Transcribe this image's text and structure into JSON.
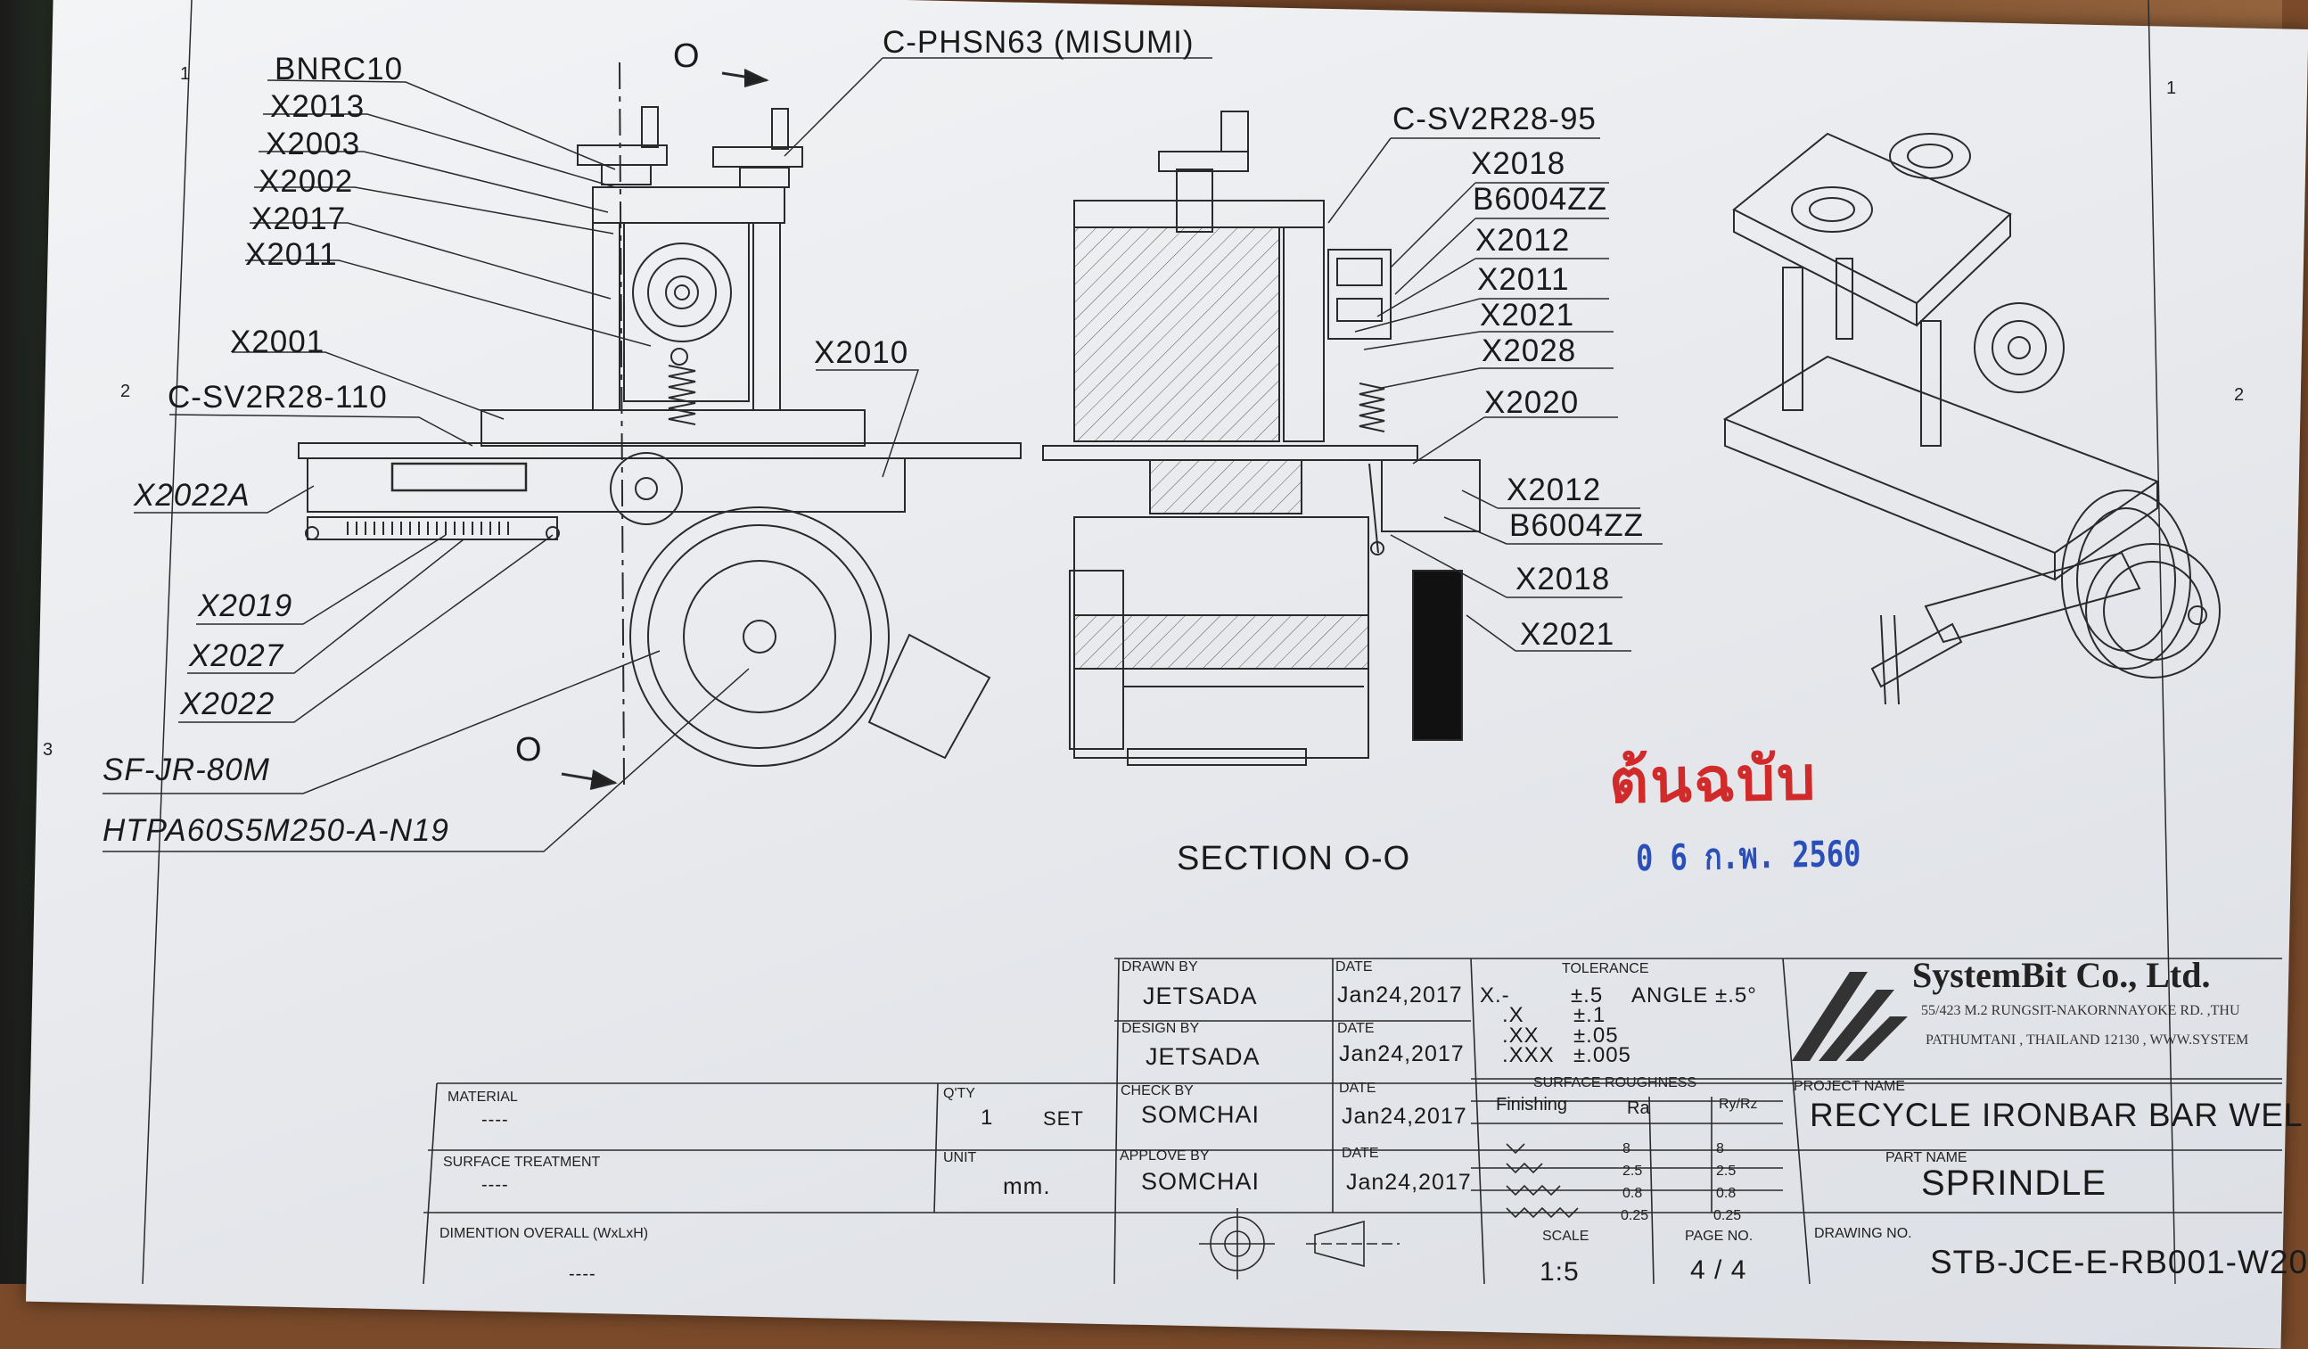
{
  "drawing": {
    "front_view_labels": [
      "BNRC10",
      "X2013",
      "X2003",
      "X2002",
      "X2017",
      "X2011",
      "X2001",
      "C-SV2R28-110",
      "X2022A",
      "X2019",
      "X2027",
      "X2022",
      "SF-JR-80M",
      "HTPA60S5M250-A-N19",
      "X2010",
      "C-PHSN63 (MISUMI)"
    ],
    "section_marker_top": "O",
    "section_marker_bottom": "O",
    "section_view_labels": [
      "C-SV2R28-95",
      "X2018",
      "B6004ZZ",
      "X2012",
      "X2011",
      "X2021",
      "X2028",
      "X2020",
      "X2012",
      "B6004ZZ",
      "X2018",
      "X2021"
    ],
    "section_title": "SECTION O-O",
    "zone_numbers_left": [
      "1",
      "2",
      "3"
    ],
    "zone_numbers_right": [
      "1",
      "2"
    ]
  },
  "stamps": {
    "red_stamp": "ต้นฉบับ",
    "date_stamp": "0 6 ก.พ. 2560"
  },
  "title_block": {
    "material_label": "MATERIAL",
    "material_value": "----",
    "qty_label": "Q'TY",
    "qty_value": "1",
    "qty_unit": "SET",
    "surface_treatment_label": "SURFACE TREATMENT",
    "surface_treatment_value": "----",
    "unit_label": "UNIT",
    "unit_value": "mm.",
    "dimension_label": "DIMENTION OVERALL (WxLxH)",
    "dimension_value": "----",
    "drawn_by_label": "DRAWN BY",
    "drawn_by": "JETSADA",
    "design_by_label": "DESIGN BY",
    "design_by": "JETSADA",
    "check_by_label": "CHECK BY",
    "check_by": "SOMCHAI",
    "approve_by_label": "APPLOVE BY",
    "approve_by": "SOMCHAI",
    "date_label": "DATE",
    "date_drawn": "Jan24,2017",
    "date_design": "Jan24,2017",
    "date_check": "Jan24,2017",
    "date_approve": "Jan24,2017",
    "tolerance_label": "TOLERANCE",
    "tol_x": "X.-",
    "tol_x_val": "±.5",
    "tol_angle": "ANGLE ±.5°",
    "tol_1": ".X",
    "tol_1_val": "±.1",
    "tol_2": ".XX",
    "tol_2_val": "±.05",
    "tol_3": ".XXX",
    "tol_3_val": "±.005",
    "surface_roughness_label": "SURFACE ROUGHNESS",
    "finishing_label": "Finishing",
    "ra_label": "Ra",
    "ryrz_label": "Ry/Rz",
    "roughness_rows": [
      {
        "ra": "8",
        "ryrz": "8"
      },
      {
        "ra": "2.5",
        "ryrz": "2.5"
      },
      {
        "ra": "0.8",
        "ryrz": "0.8"
      },
      {
        "ra": "0.25",
        "ryrz": "0.25"
      }
    ],
    "scale_label": "SCALE",
    "scale_value": "1:5",
    "page_label": "PAGE NO.",
    "page_value": "4 / 4",
    "company_name": "SystemBit Co., Ltd.",
    "company_addr1": "55/423 M.2 RUNGSIT-NAKORNNAYOKE RD. ,THU",
    "company_addr2": "PATHUMTANI , THAILAND 12130 , WWW.SYSTEM",
    "project_name_label": "PROJECT NAME",
    "project_name": "RECYCLE IRONBAR  BAR WEL",
    "part_name_label": "PART NAME",
    "part_name": "SPRINDLE",
    "drawing_no_label": "DRAWING NO.",
    "drawing_no": "STB-JCE-E-RB001-W20"
  }
}
